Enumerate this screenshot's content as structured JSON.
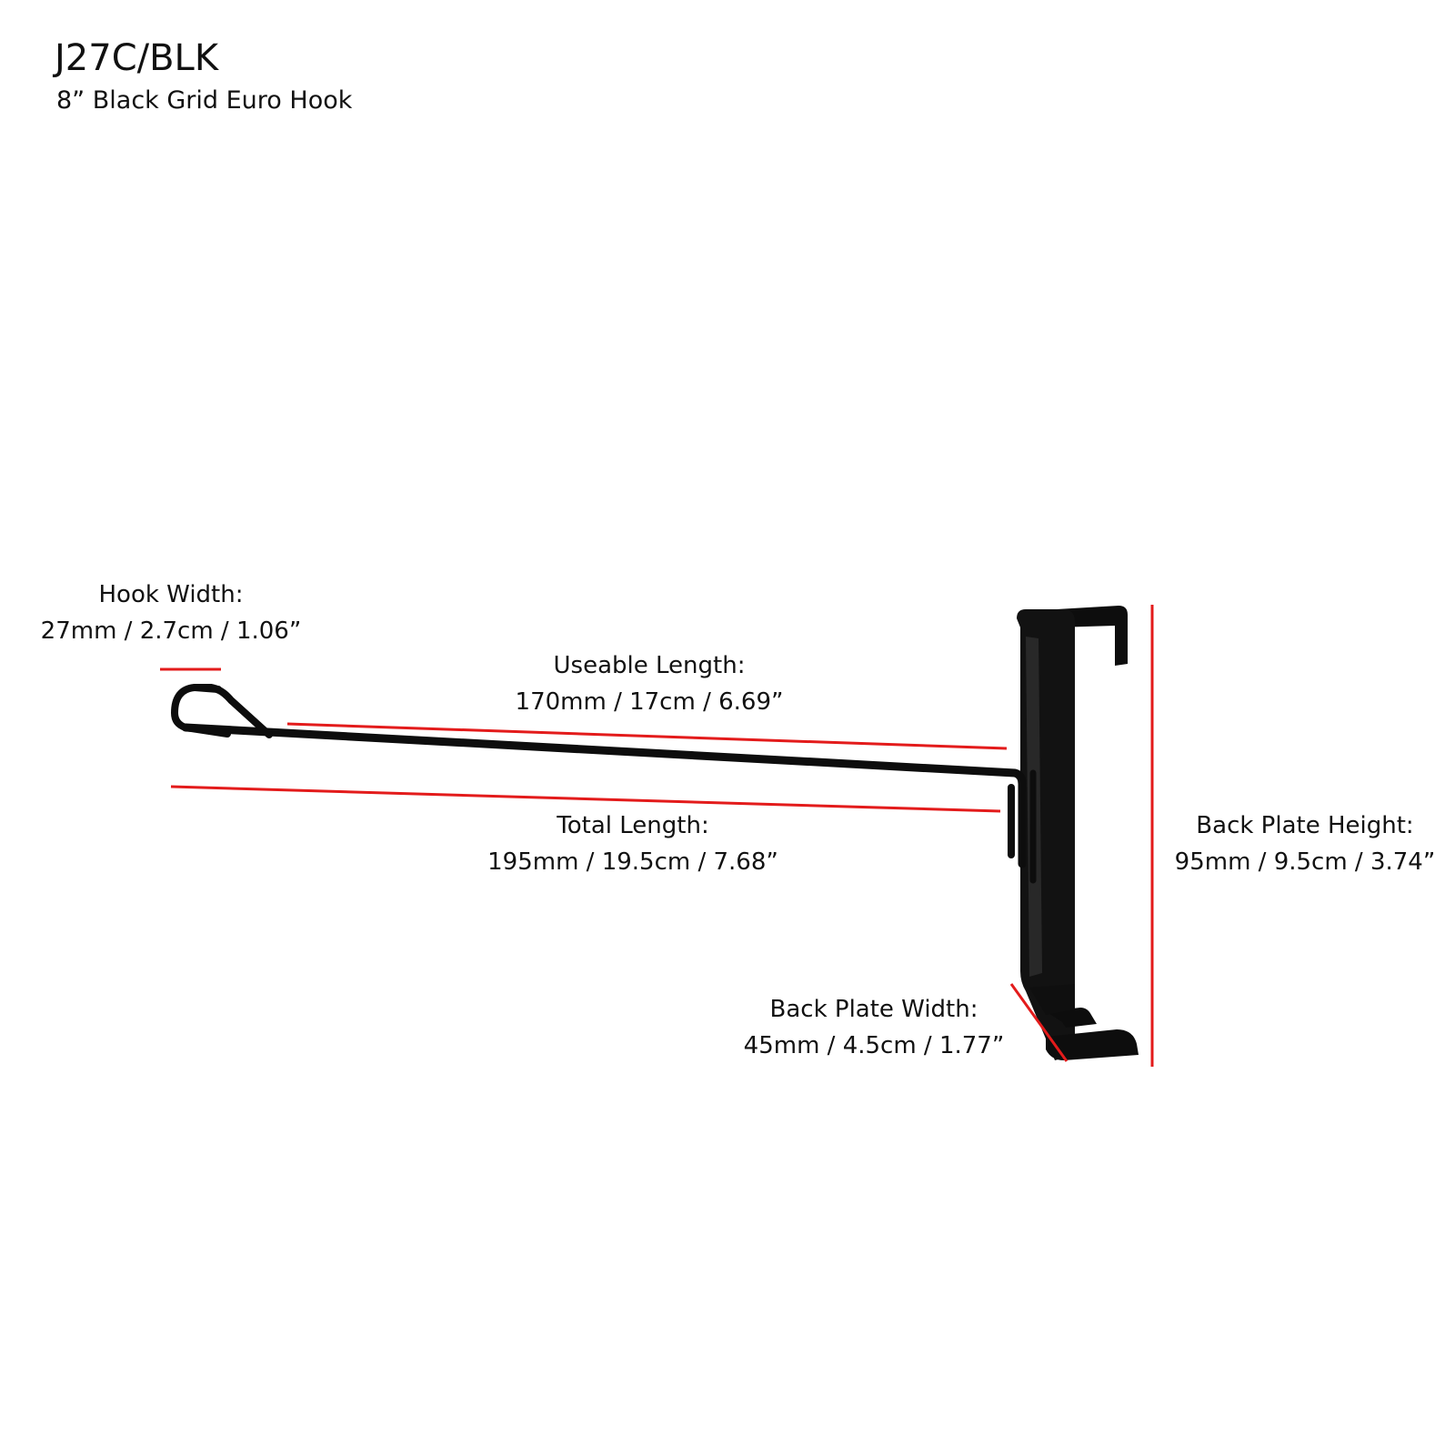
{
  "header": {
    "product_code": "J27C/BLK",
    "product_name": "8” Black Grid Euro Hook"
  },
  "dimensions": {
    "hook_width": {
      "label": "Hook Width:",
      "value": "27mm / 2.7cm / 1.06”"
    },
    "useable_length": {
      "label": "Useable Length:",
      "value": "170mm / 17cm / 6.69”"
    },
    "total_length": {
      "label": "Total Length:",
      "value": "195mm / 19.5cm / 7.68”"
    },
    "back_plate_height": {
      "label": "Back Plate Height:",
      "value": "95mm / 9.5cm / 3.74”"
    },
    "back_plate_width": {
      "label": "Back Plate Width:",
      "value": "45mm / 4.5cm / 1.77”"
    }
  },
  "colors": {
    "dimension_line": "#e31b1b",
    "hook": "#0d0d0d",
    "text": "#111111"
  }
}
